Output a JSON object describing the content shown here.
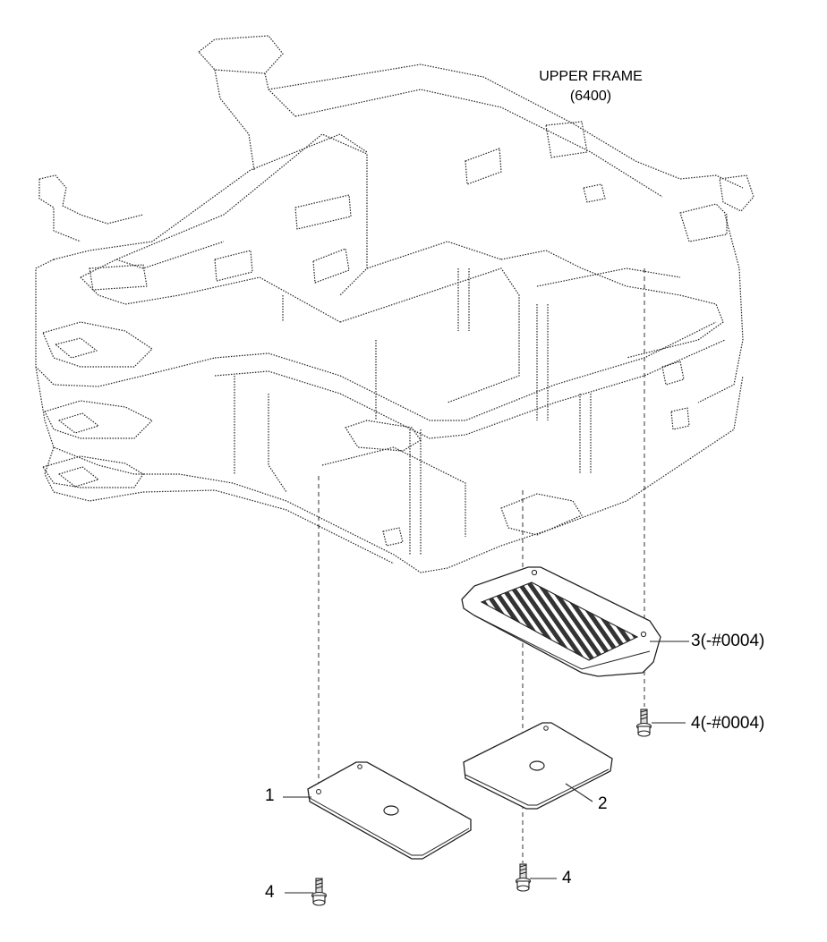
{
  "title": {
    "line1": "UPPER FRAME",
    "line2": "(6400)"
  },
  "callouts": [
    {
      "id": "1",
      "label": "1"
    },
    {
      "id": "2",
      "label": "2"
    },
    {
      "id": "3",
      "label": "3(-#0004)"
    },
    {
      "id": "4a",
      "label": "4(-#0004)"
    },
    {
      "id": "4b",
      "label": "4"
    },
    {
      "id": "4c",
      "label": "4"
    }
  ],
  "colors": {
    "line": "#222222",
    "background": "#ffffff"
  }
}
